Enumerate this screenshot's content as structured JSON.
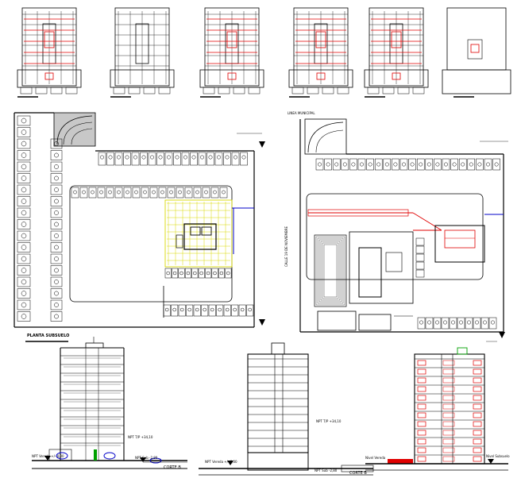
{
  "drawing": {
    "plan_ground_title": "PLANTA SUBSUELO",
    "section_left_title": "CORTE B",
    "section_mid_title": "CORTE B",
    "street_label": "CALLE 19 DE NOVIEMBRE",
    "property_line_label": "LINEA MUNICIPAL",
    "level_labels": {
      "npt_vereda_left": "NPT Vereda +/- 0,00",
      "npt_sub_left": "NPT Sub -2,80",
      "npt_tp_left": "NPT T/P +34,10",
      "npt_vereda_mid": "NPT Vereda +/- 0,00",
      "npt_sub_mid": "NPT Sub -2,80",
      "npt_tp_mid": "NPT T/P +34,10",
      "nivel_vereda_right": "Nivel Vereda",
      "nivel_subsuelo_right": "Nivel Subsuelo"
    },
    "colors": {
      "line": "#000000",
      "accent_red": "#e00000",
      "accent_yellow": "#d8d800",
      "accent_blue": "#0000c8",
      "accent_green": "#00a000"
    }
  }
}
